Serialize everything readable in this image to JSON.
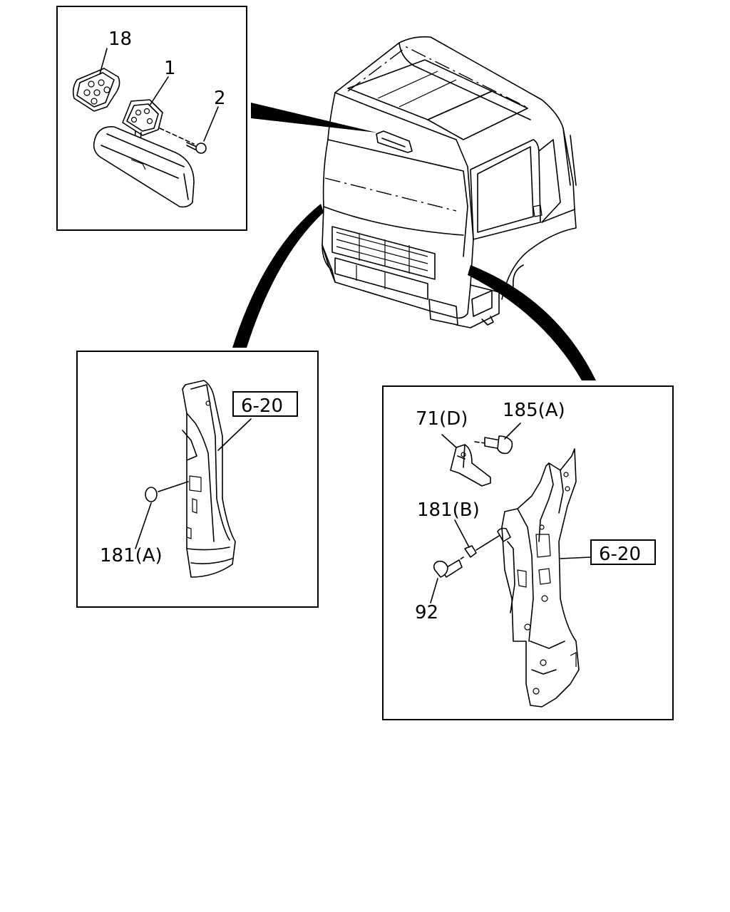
{
  "labels": {
    "p18": "18",
    "p1": "1",
    "p2": "2",
    "ref_left": "6-20",
    "p181a": "181(A)",
    "p71d": "71(D)",
    "p185a": "185(A)",
    "p181b": "181(B)",
    "ref_right": "6-20",
    "p92": "92"
  }
}
